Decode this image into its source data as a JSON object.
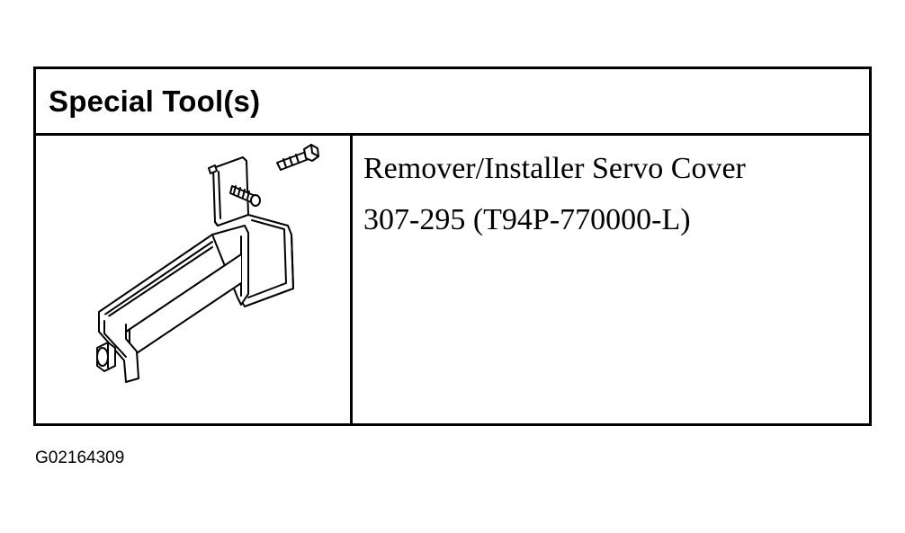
{
  "header": {
    "title": "Special Tool(s)"
  },
  "tool": {
    "name": "Remover/Installer Servo Cover",
    "part_number": "307-295 (T94P-770000-L)",
    "illustration": "servo-cover-remover-installer-icon"
  },
  "figure_id": "G02164309",
  "colors": {
    "line": "#000000",
    "background": "#ffffff"
  }
}
